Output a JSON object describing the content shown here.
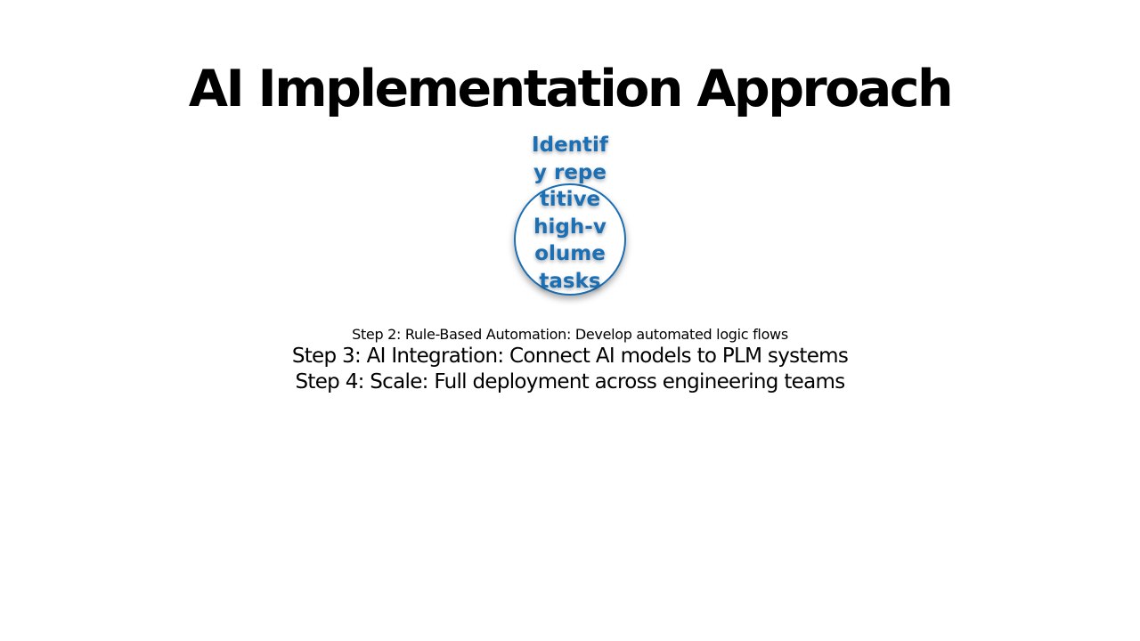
{
  "slide": {
    "title": "AI Implementation Approach",
    "step_1": {
      "text": "Identify repetitive high-volume tasks",
      "color": "#1a6fb5"
    },
    "step_2": "Step 2: Rule-Based Automation: Develop automated logic flows",
    "step_3": "Step 3: AI Integration: Connect AI models to PLM systems",
    "step_4": "Step 4: Scale: Full deployment across engineering teams"
  }
}
